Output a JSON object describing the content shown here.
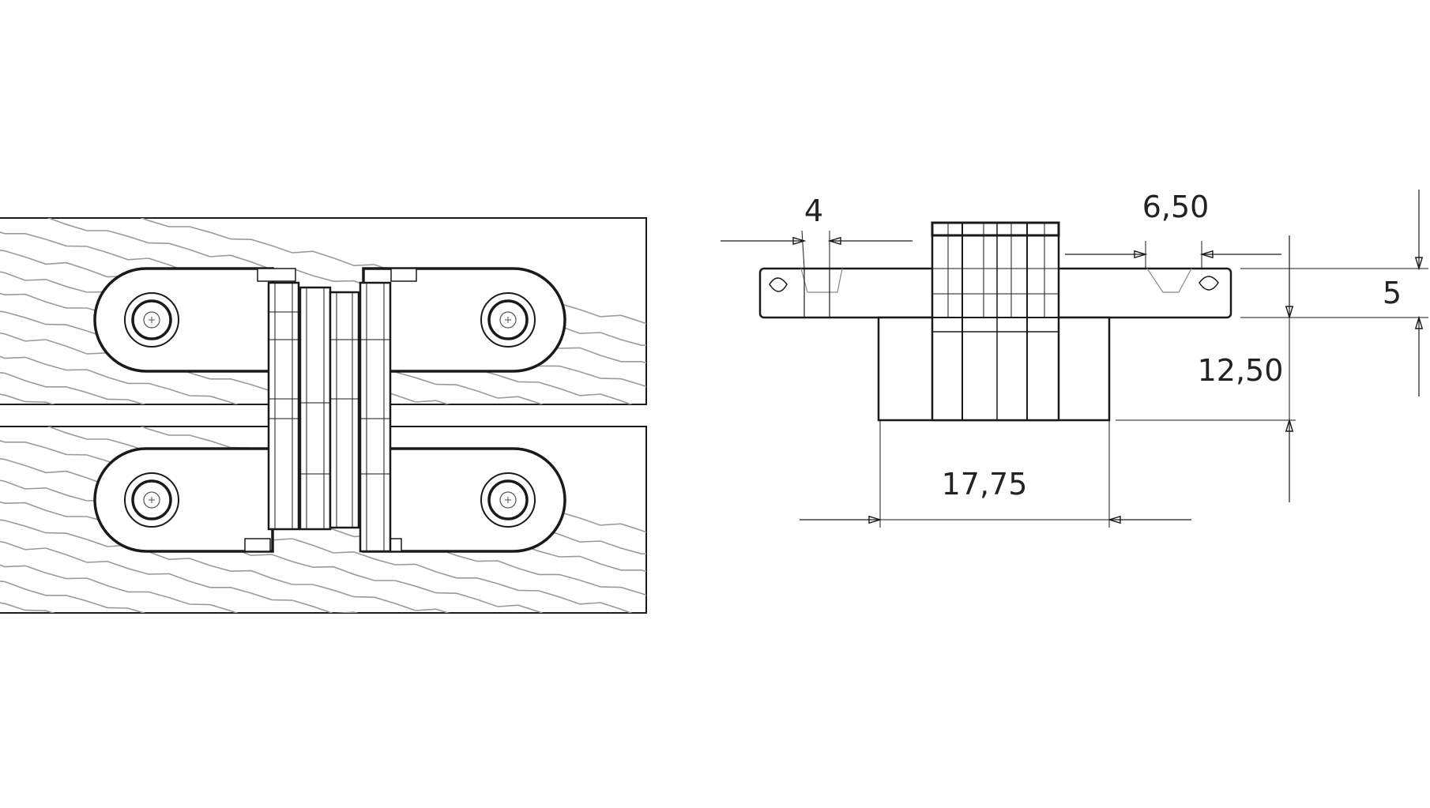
{
  "drawing": {
    "left_view": {
      "name": "Concealed hinge installed in two wooden boards (top view)",
      "icons": [
        "wood-grain",
        "screw-hole-icon"
      ]
    },
    "right_view": {
      "name": "Hinge profile with dimensions",
      "dimensions": {
        "flange_hole_offset": "4",
        "hole_spacing": "6,50",
        "flange_thickness": "5",
        "body_depth": "12,50",
        "body_width": "17,75"
      }
    },
    "colors": {
      "line": "#1a1a1a",
      "grain": "#9a9a9a",
      "background": "#ffffff"
    }
  }
}
